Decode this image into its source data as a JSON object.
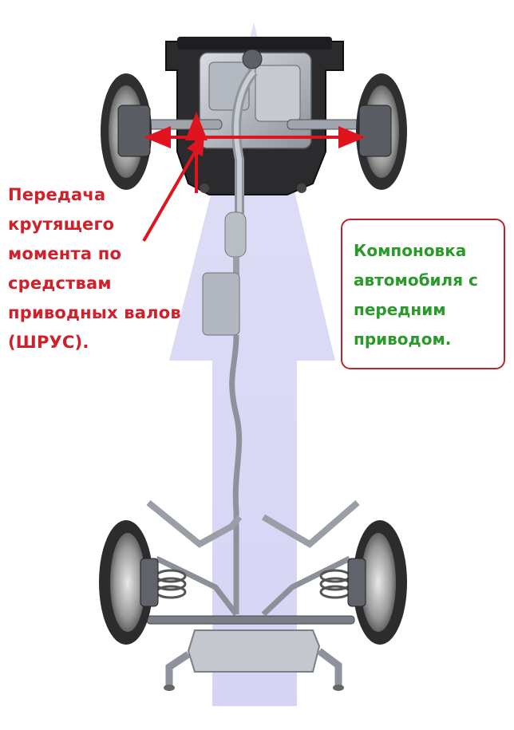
{
  "callout_left": {
    "lines": [
      "Передача",
      "крутящего",
      "момента по",
      "средствам",
      "приводных валов",
      "(ШРУС)."
    ]
  },
  "callout_right": {
    "lines": [
      "Компоновка",
      "автомобиля с",
      "передним",
      "приводом."
    ]
  },
  "colors": {
    "flow_arrow": "#c9c8ef",
    "red_arrows": "#e0141e",
    "left_text": "#d0202a",
    "right_text": "#2a9a2a",
    "box_border": "#b8262c"
  }
}
